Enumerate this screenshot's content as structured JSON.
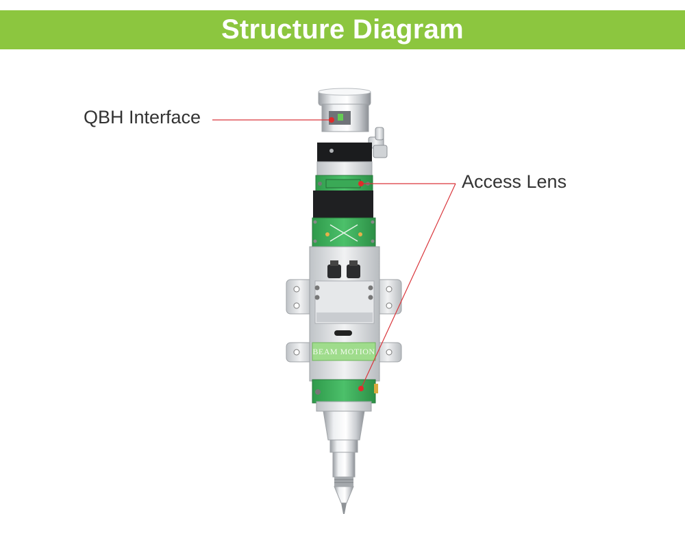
{
  "header": {
    "title": "Structure Diagram"
  },
  "callouts": {
    "qbh": {
      "label": "QBH Interface"
    },
    "lens": {
      "label": "Access Lens"
    }
  },
  "device": {
    "plate_text": "BEAM MOTION"
  },
  "colors": {
    "header_bg": "#8cc63f",
    "header_text": "#ffffff",
    "callout_line": "#d9343a",
    "label_text": "#333333",
    "device_green": "#3fae5a",
    "device_silver": "#d7d9dc"
  }
}
